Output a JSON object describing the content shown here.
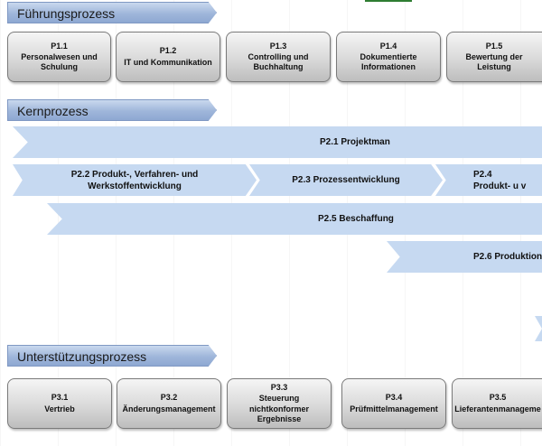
{
  "sections": {
    "fuehrung": "Führungsprozess",
    "kern": "Kernprozess",
    "unterstuetzung": "Unterstützungsprozess"
  },
  "p1": [
    {
      "code": "P1.1",
      "label": "Personalwesen und Schulung"
    },
    {
      "code": "P1.2",
      "label": "IT und Kommunikation"
    },
    {
      "code": "P1.3",
      "label": "Controlling und Buchhaltung"
    },
    {
      "code": "P1.4",
      "label": "Dokumentierte Informationen"
    },
    {
      "code": "P1.5",
      "label": "Bewertung der Leistung"
    }
  ],
  "p2": [
    {
      "label": "P2.1  Projektman"
    },
    {
      "label": "P2.2 Produkt-, Verfahren- und Werkstoffentwicklung"
    },
    {
      "label": "P2.3 Prozessentwicklung"
    },
    {
      "label": "P2.4 Produkt- u v"
    },
    {
      "label": "P2.5 Beschaffung"
    },
    {
      "label": "P2.6 Produktion"
    }
  ],
  "p3": [
    {
      "code": "P3.1",
      "label": "Vertrieb"
    },
    {
      "code": "P3.2",
      "label": "Änderungsmanagement"
    },
    {
      "code": "P3.3",
      "label": "Steuerung nichtkonformer Ergebnisse"
    },
    {
      "code": "P3.4",
      "label": "Prüfmittelmanagement"
    },
    {
      "code": "P3.5",
      "label": "Lieferantenmanageme"
    }
  ],
  "colors": {
    "chevron_fill": "#c6d9f1",
    "chevron_border": "#4f6fa5",
    "header_fill": "#9fb6da",
    "box_fill": "#d9d9d9"
  }
}
